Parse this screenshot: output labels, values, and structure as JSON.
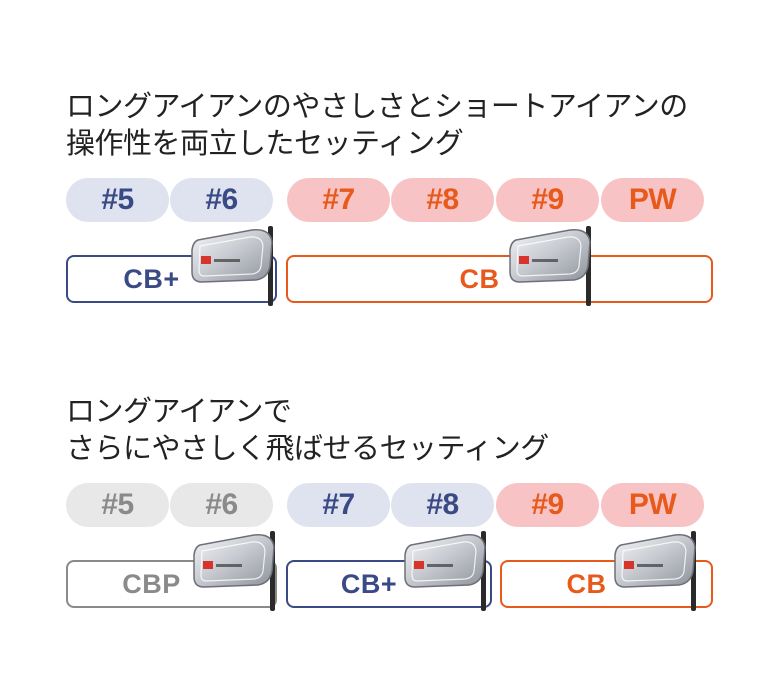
{
  "sections": [
    {
      "heading": [
        "ロングアイアンのやさしさとショートアイアンの",
        "操作性を両立したセッティング"
      ],
      "pills": [
        "#5",
        "#6",
        "#7",
        "#8",
        "#9",
        "PW"
      ],
      "boxes": [
        "CB+",
        "CB"
      ]
    },
    {
      "heading": [
        "ロングアイアンで",
        "さらにやさしく飛ばせるセッティング"
      ],
      "pills": [
        "#5",
        "#6",
        "#7",
        "#8",
        "#9",
        "PW"
      ],
      "boxes": [
        "CBP",
        "CB+",
        "CB"
      ]
    }
  ],
  "colors": {
    "navy": "#3a4a85",
    "navy_pill": "#dfe2ef",
    "orange": "#e8591c",
    "pink_pill": "#f7c3c4",
    "grey": "#8a8a8a",
    "grey_pill": "#e8e8e8"
  },
  "icons": [
    "golf-iron-club-icon"
  ]
}
